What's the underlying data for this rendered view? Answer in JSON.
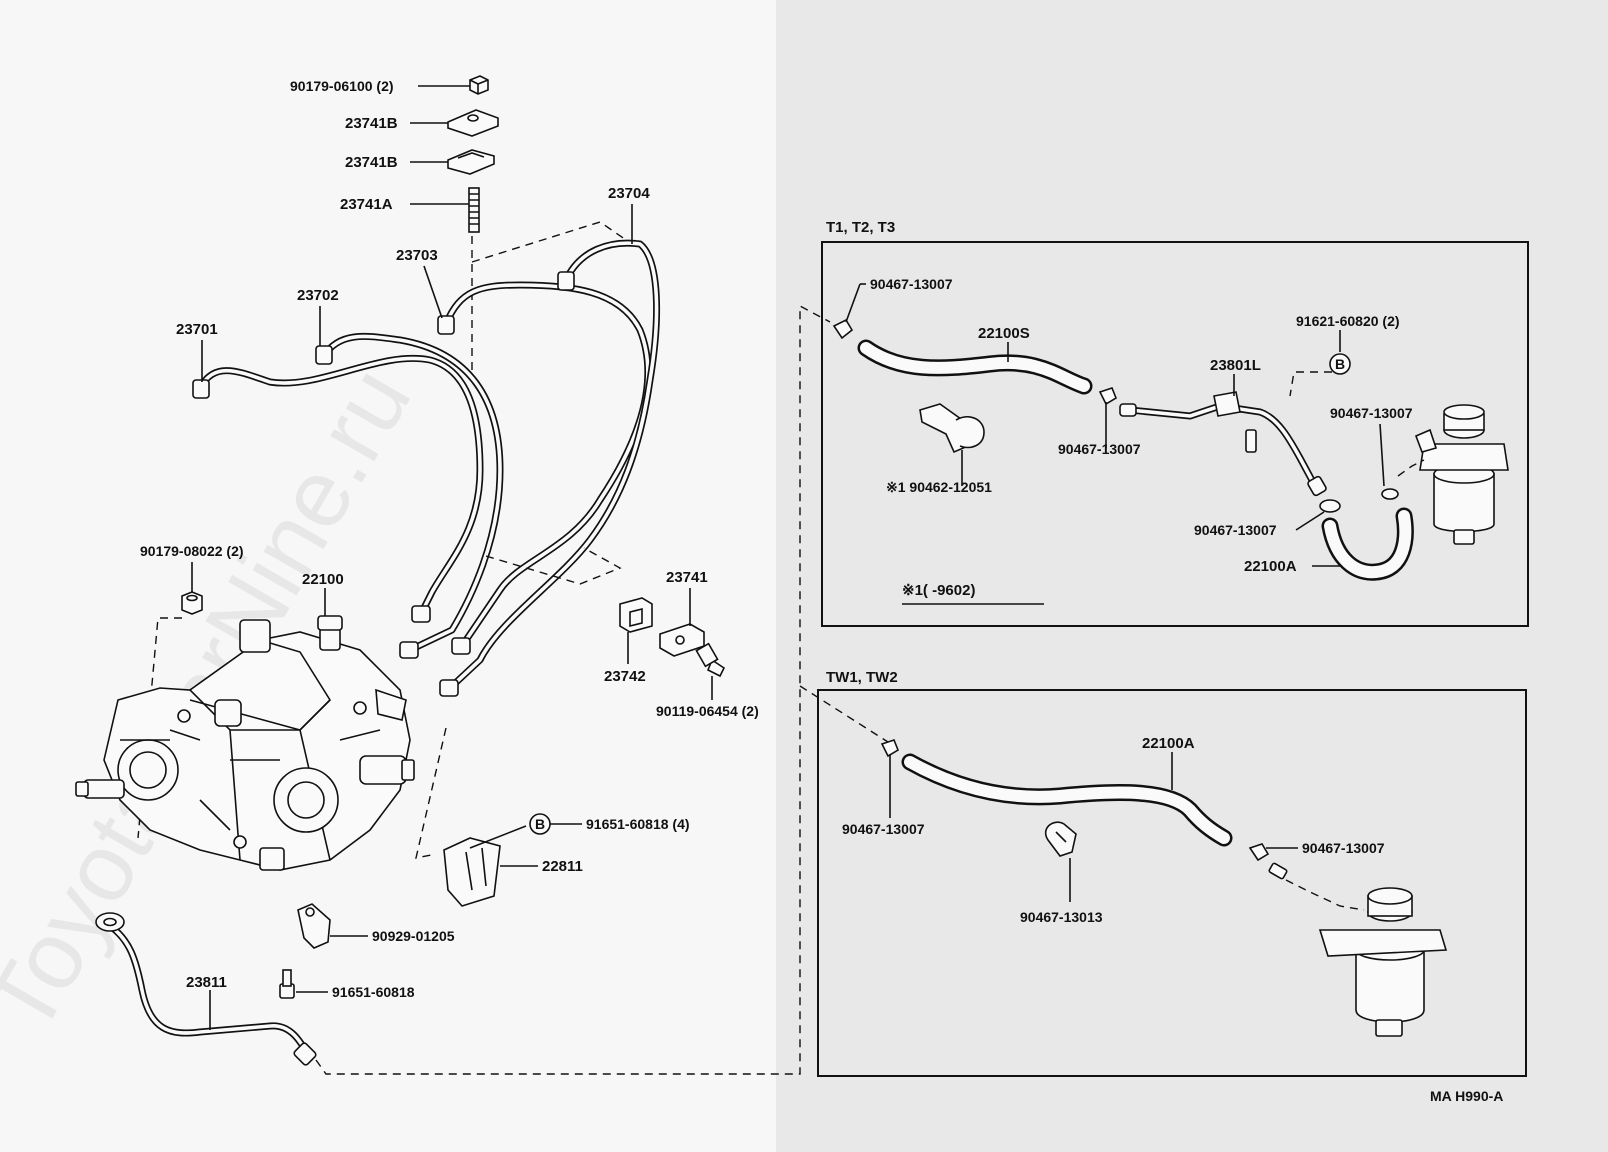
{
  "watermark": "ToyotaCarNine.ru",
  "diagram_code": "MA H990-A",
  "panels": {
    "t_series": {
      "title": "T1, T2, T3",
      "note": "※1(      -9602)"
    },
    "tw_series": {
      "title": "TW1, TW2"
    }
  },
  "labels": {
    "p90179_06100": "90179-06100 (2)",
    "p23741B_top": "23741B",
    "p23741B_bottom": "23741B",
    "p23741A": "23741A",
    "p23704": "23704",
    "p23703": "23703",
    "p23702": "23702",
    "p23701": "23701",
    "p90179_08022": "90179-08022 (2)",
    "p22100": "22100",
    "p23741": "23741",
    "p23742": "23742",
    "p90119_06454": "90119-06454 (2)",
    "p91651_60818_4": "91651-60818 (4)",
    "p22811": "22811",
    "p90929_01205": "90929-01205",
    "p23811": "23811",
    "p91651_60818": "91651-60818",
    "b_marker": "B",
    "t_90467_13007_a": "90467-13007",
    "t_22100S": "22100S",
    "t_23801L": "23801L",
    "t_91621_60820": "91621-60820 (2)",
    "t_b_marker": "B",
    "t_90467_13007_b": "90467-13007",
    "t_90467_13007_c": "90467-13007",
    "t_90462_12051": "※1 90462-12051",
    "t_90467_13007_d": "90467-13007",
    "t_22100A": "22100A",
    "tw_22100A": "22100A",
    "tw_90467_13007_a": "90467-13007",
    "tw_90467_13007_b": "90467-13007",
    "tw_90467_13013": "90467-13013"
  }
}
